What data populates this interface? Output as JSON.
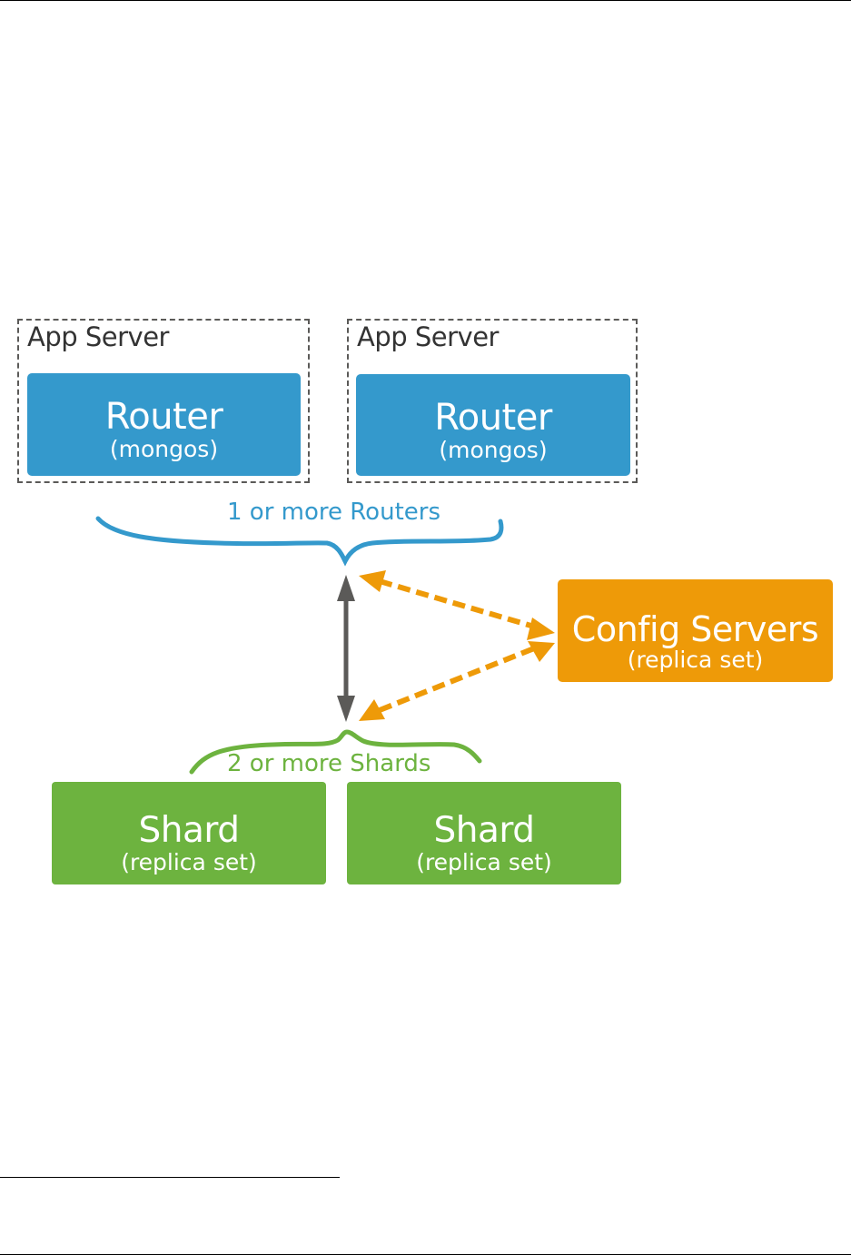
{
  "diagram": {
    "app_servers": [
      {
        "title": "App Server",
        "router": {
          "label": "Router",
          "sublabel": "(mongos)"
        }
      },
      {
        "title": "App Server",
        "router": {
          "label": "Router",
          "sublabel": "(mongos)"
        }
      }
    ],
    "routers_brace_label": "1 or more Routers",
    "config_servers": {
      "label": "Config Servers",
      "sublabel": "(replica set)"
    },
    "shards_brace_label": "2 or more Shards",
    "shards": [
      {
        "label": "Shard",
        "sublabel": "(replica set)"
      },
      {
        "label": "Shard",
        "sublabel": "(replica set)"
      }
    ],
    "colors": {
      "router": "#3499cc",
      "config": "#ee9a08",
      "shard": "#6db33f",
      "app_server_border": "#5b5a58",
      "connector": "#5b5a58"
    }
  }
}
